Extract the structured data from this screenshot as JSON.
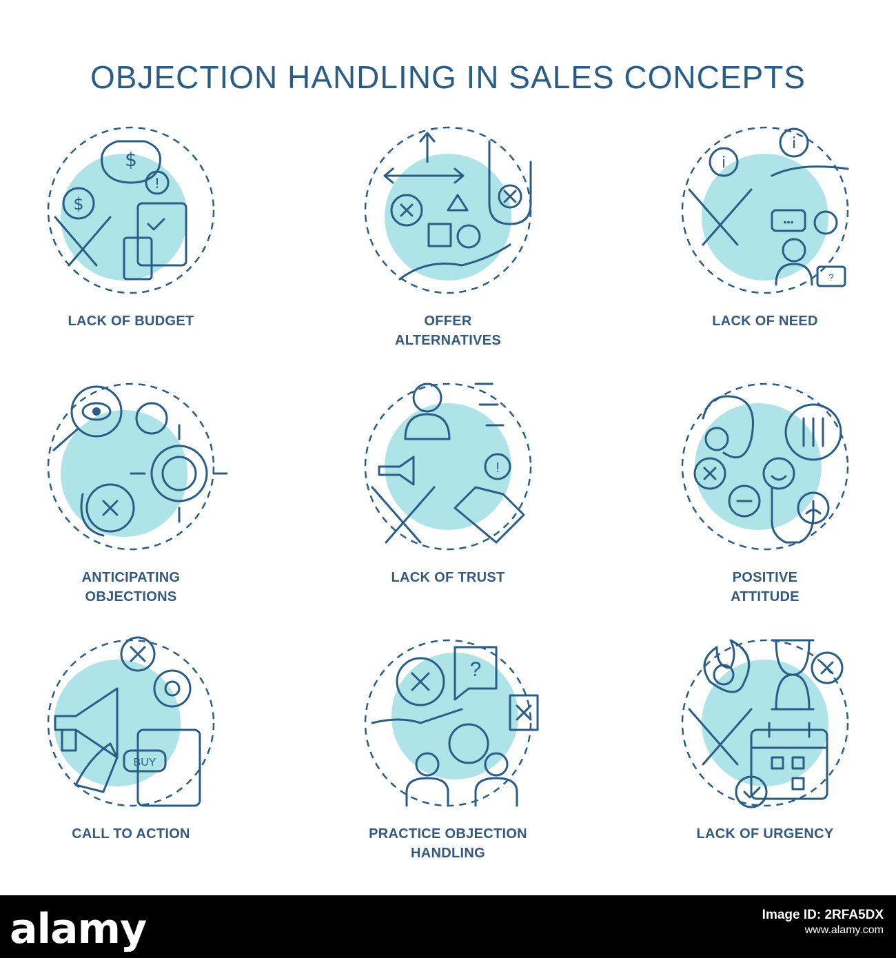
{
  "title": "OBJECTION HANDLING IN SALES CONCEPTS",
  "colors": {
    "accent": "#2a5d86",
    "fill": "#aee3e8",
    "label": "#34597c"
  },
  "concepts": [
    {
      "label": "LACK OF BUDGET",
      "icon": "budget-icon"
    },
    {
      "label": "OFFER\nALTERNATIVES",
      "icon": "alternatives-icon"
    },
    {
      "label": "LACK OF NEED",
      "icon": "need-icon"
    },
    {
      "label": "ANTICIPATING\nOBJECTIONS",
      "icon": "anticipating-icon"
    },
    {
      "label": "LACK OF TRUST",
      "icon": "trust-icon"
    },
    {
      "label": "POSITIVE\nATTITUDE",
      "icon": "attitude-icon"
    },
    {
      "label": "CALL TO ACTION",
      "icon": "call-to-action-icon"
    },
    {
      "label": "PRACTICE OBJECTION\nHANDLING",
      "icon": "practice-icon"
    },
    {
      "label": "LACK OF URGENCY",
      "icon": "urgency-icon"
    }
  ],
  "footer": {
    "logo": "alamy",
    "image_id_line": "Image ID: 2RFA5DX",
    "site": "www.alamy.com"
  }
}
